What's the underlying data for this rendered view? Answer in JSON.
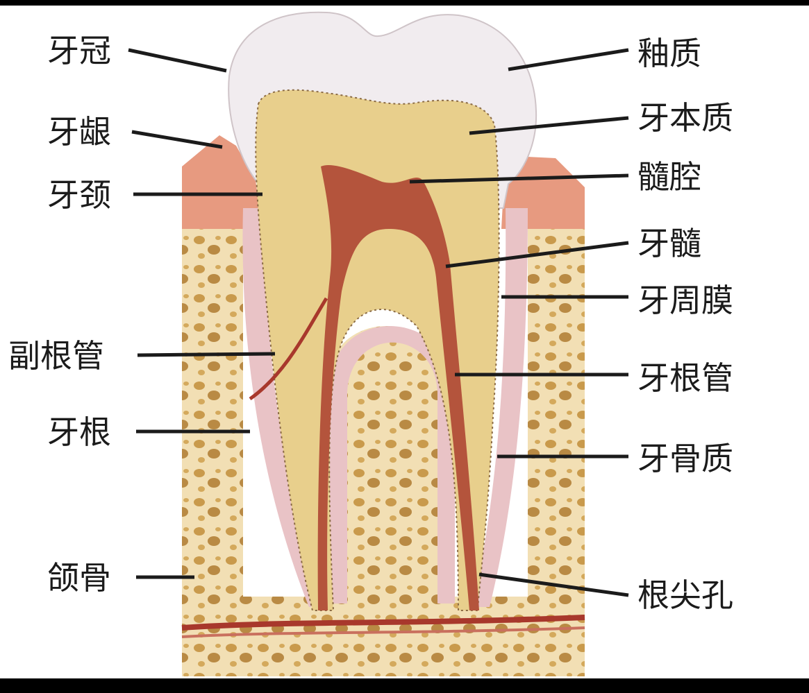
{
  "labels": {
    "crown": "牙冠",
    "gum": "牙龈",
    "neck": "牙颈",
    "accessory_canal": "副根管",
    "root": "牙根",
    "jaw_bone": "颌骨",
    "enamel": "釉质",
    "dentin": "牙本质",
    "pulp_chamber": "髓腔",
    "pulp": "牙髓",
    "periodontal_membrane": "牙周膜",
    "root_canal": "牙根管",
    "cementum": "牙骨质",
    "apical_foramen": "根尖孔"
  },
  "colors": {
    "frame": "#000000",
    "background": "#ffffff",
    "enamel": "#f1ecef",
    "dentin": "#e8cf8c",
    "pulp": "#b4543c",
    "gum": "#e79a80",
    "bone": "#f2dfb4",
    "bone_pores": "#c99a4c",
    "membrane": "#e9c3c6",
    "vessel": "#a8382c",
    "leader_line": "#1b1b1b",
    "label_text": "#1b1b1b"
  }
}
